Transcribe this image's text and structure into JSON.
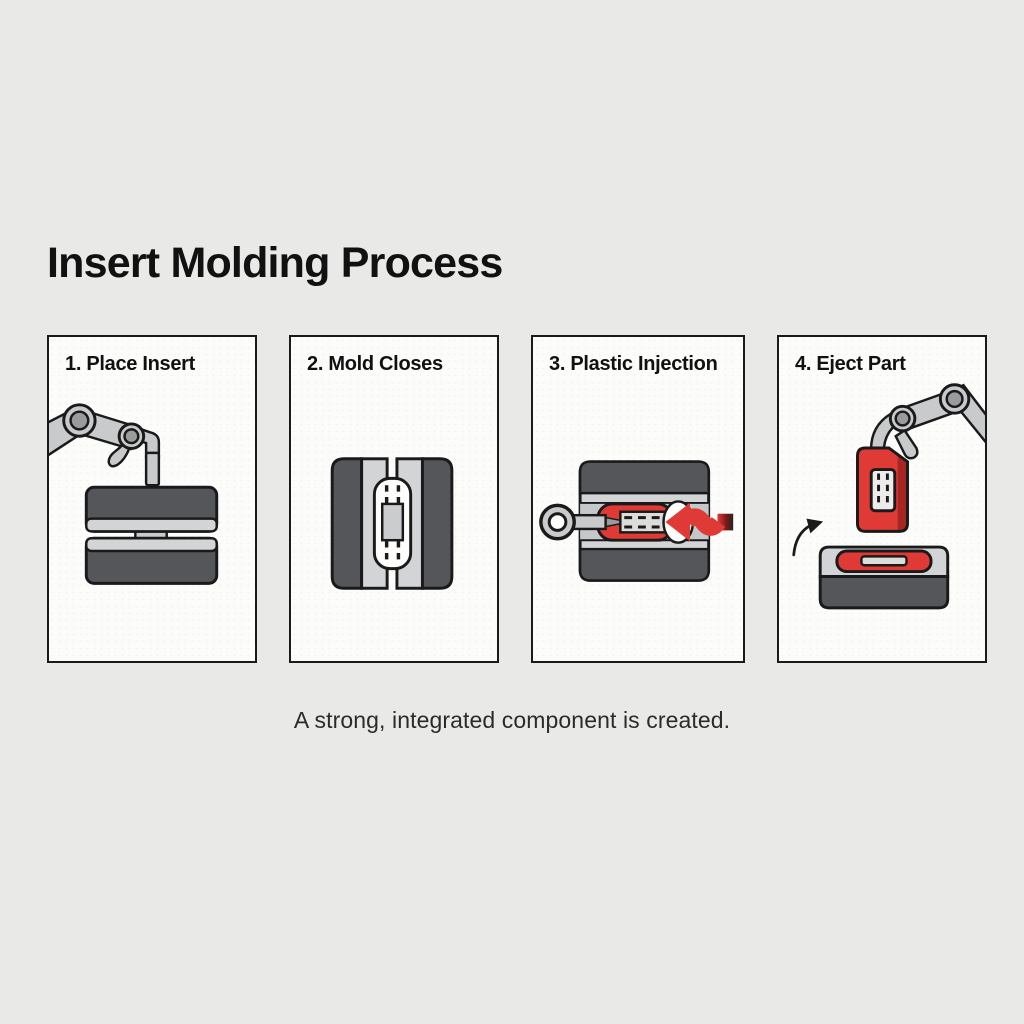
{
  "title": "Insert Molding Process",
  "caption": "A strong, integrated component is created.",
  "steps": [
    {
      "label": "1. Place Insert",
      "illustration": "robot-arm-placing-insert-into-open-mold"
    },
    {
      "label": "2. Mold Closes",
      "illustration": "mold-halves-closed-around-insert"
    },
    {
      "label": "3. Plastic Injection",
      "illustration": "nozzle-injecting-molten-plastic-into-cavity"
    },
    {
      "label": "4. Eject Part",
      "illustration": "robot-arm-lifting-finished-red-part"
    }
  ],
  "icons": [
    "robot-arm-icon",
    "open-mold-icon",
    "closed-mold-icon",
    "mold-cavity-icon",
    "insert-icon",
    "injection-nozzle-icon",
    "injection-arrow-icon",
    "molded-part-icon",
    "eject-arrow-icon",
    "mold-base-icon"
  ],
  "colors": {
    "background": "#e9e9e7",
    "panel": "#fcfcfa",
    "outline": "#1a1a1a",
    "mold_dark": "#55565a",
    "mold_light": "#d3d4d6",
    "arm_gray": "#c9cacc",
    "joint_gray": "#9a9b9d",
    "plastic_red": "#e03a36",
    "insert_gray": "#cbccce",
    "text_dark": "#111111",
    "caption_gray": "#2b2b2b"
  }
}
